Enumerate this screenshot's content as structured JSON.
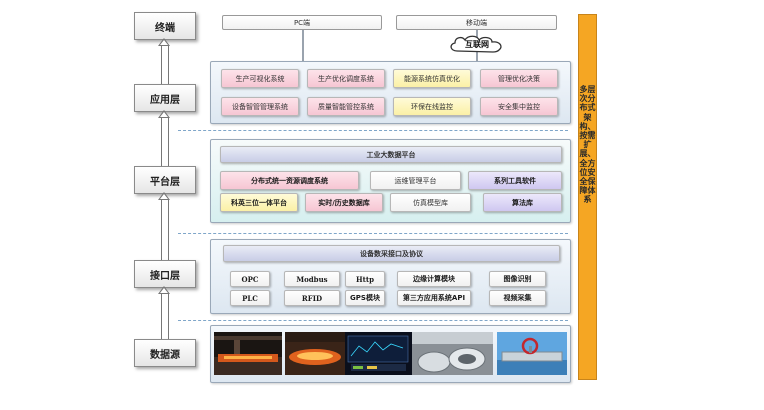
{
  "layers": {
    "terminal": "终端",
    "application": "应用层",
    "platform": "平台层",
    "interface": "接口层",
    "datasource": "数据源"
  },
  "terminal": {
    "pc": "PC端",
    "mobile": "移动端",
    "cloud": "互联网"
  },
  "application": {
    "row1": [
      "生产可视化系统",
      "生产优化调度系统",
      "能源系统仿真优化",
      "管理优化决策"
    ],
    "row2": [
      "设备智管管理系统",
      "质量智能管控系统",
      "环保在线监控",
      "安全集中监控"
    ]
  },
  "platform": {
    "title": "工业大数据平台",
    "row1": [
      "分布式统一资源调度系统",
      "运维管理平台",
      "系列工具软件"
    ],
    "row2": [
      "科英三位一体平台",
      "实时/历史数据库",
      "仿真模型库",
      "算法库"
    ]
  },
  "interface": {
    "title": "设备数采接口及协议",
    "row1": [
      "OPC",
      "Modbus",
      "Http",
      "边缘计算模块",
      "图像识别"
    ],
    "row2": [
      "PLC",
      "RFID",
      "GPS模块",
      "第三方应用系统API",
      "视频采集"
    ]
  },
  "side_text": "多层次分布式架构、按需扩展、全方位安全保障体系",
  "photos": [
    "steel-mill-photo",
    "hot-steel-photo",
    "control-room-photo",
    "pipe-factory-photo",
    "valve-pipe-photo"
  ]
}
